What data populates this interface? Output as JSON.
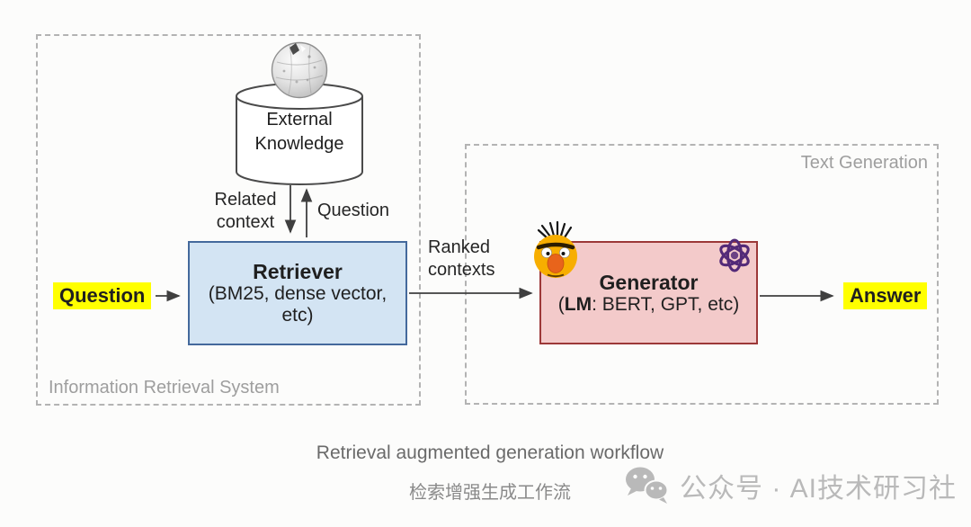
{
  "sections": {
    "ir_system_label": "Information Retrieval System",
    "text_generation_label": "Text Generation"
  },
  "nodes": {
    "external_knowledge": {
      "line1": "External",
      "line2": "Knowledge",
      "icon": "wikipedia-globe-icon"
    },
    "retriever": {
      "title": "Retriever",
      "sub1": "(BM25, dense vector,",
      "sub2": "etc)"
    },
    "generator": {
      "title": "Generator",
      "sub_open": "(",
      "sub_bold": "LM",
      "sub_rest": ": BERT, GPT, etc)",
      "icon_left": "bert-icon",
      "icon_right": "openai-icon"
    }
  },
  "io": {
    "question": "Question",
    "answer": "Answer"
  },
  "arrow_labels": {
    "related_context": [
      "Related",
      "context"
    ],
    "question_up": "Question",
    "ranked_contexts": [
      "Ranked",
      "contexts"
    ]
  },
  "captions": {
    "english": "Retrieval augmented generation workflow",
    "chinese": "检索增强生成工作流"
  },
  "watermark": {
    "text": "公众号 · AI技术研习社",
    "icon": "wechat-icon"
  },
  "colors": {
    "highlight": "#ffff00",
    "retriever_fill": "#d3e4f3",
    "retriever_border": "#44699c",
    "generator_fill": "#f3caca",
    "generator_border": "#9c3838",
    "arrow": "#3f3f3f",
    "dashed_border": "#b3b3b3",
    "section_label": "#9e9e9e",
    "caption": "#6a6a6a",
    "watermark": "#b9b9b9",
    "openai_purple": "#532a78",
    "bert_yellow": "#f7ae00"
  }
}
